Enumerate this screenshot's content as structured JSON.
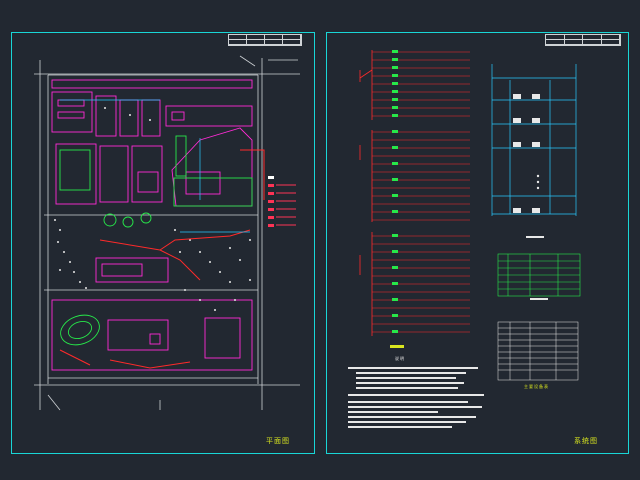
{
  "colors": {
    "background": "#222831",
    "frame": "#19d6d6",
    "road": "#cfd3d6",
    "building": "#ff2bd6",
    "circuit": "#ff2a2a",
    "green": "#27e84a",
    "cable": "#2ac8ff",
    "label": "#d9e61f",
    "note": "#e8e8e8"
  },
  "left_sheet": {
    "title_label": "平面图"
  },
  "right_sheet": {
    "title_label": "系统图",
    "notes_heading": "说明",
    "table_title": "主要设备表"
  }
}
